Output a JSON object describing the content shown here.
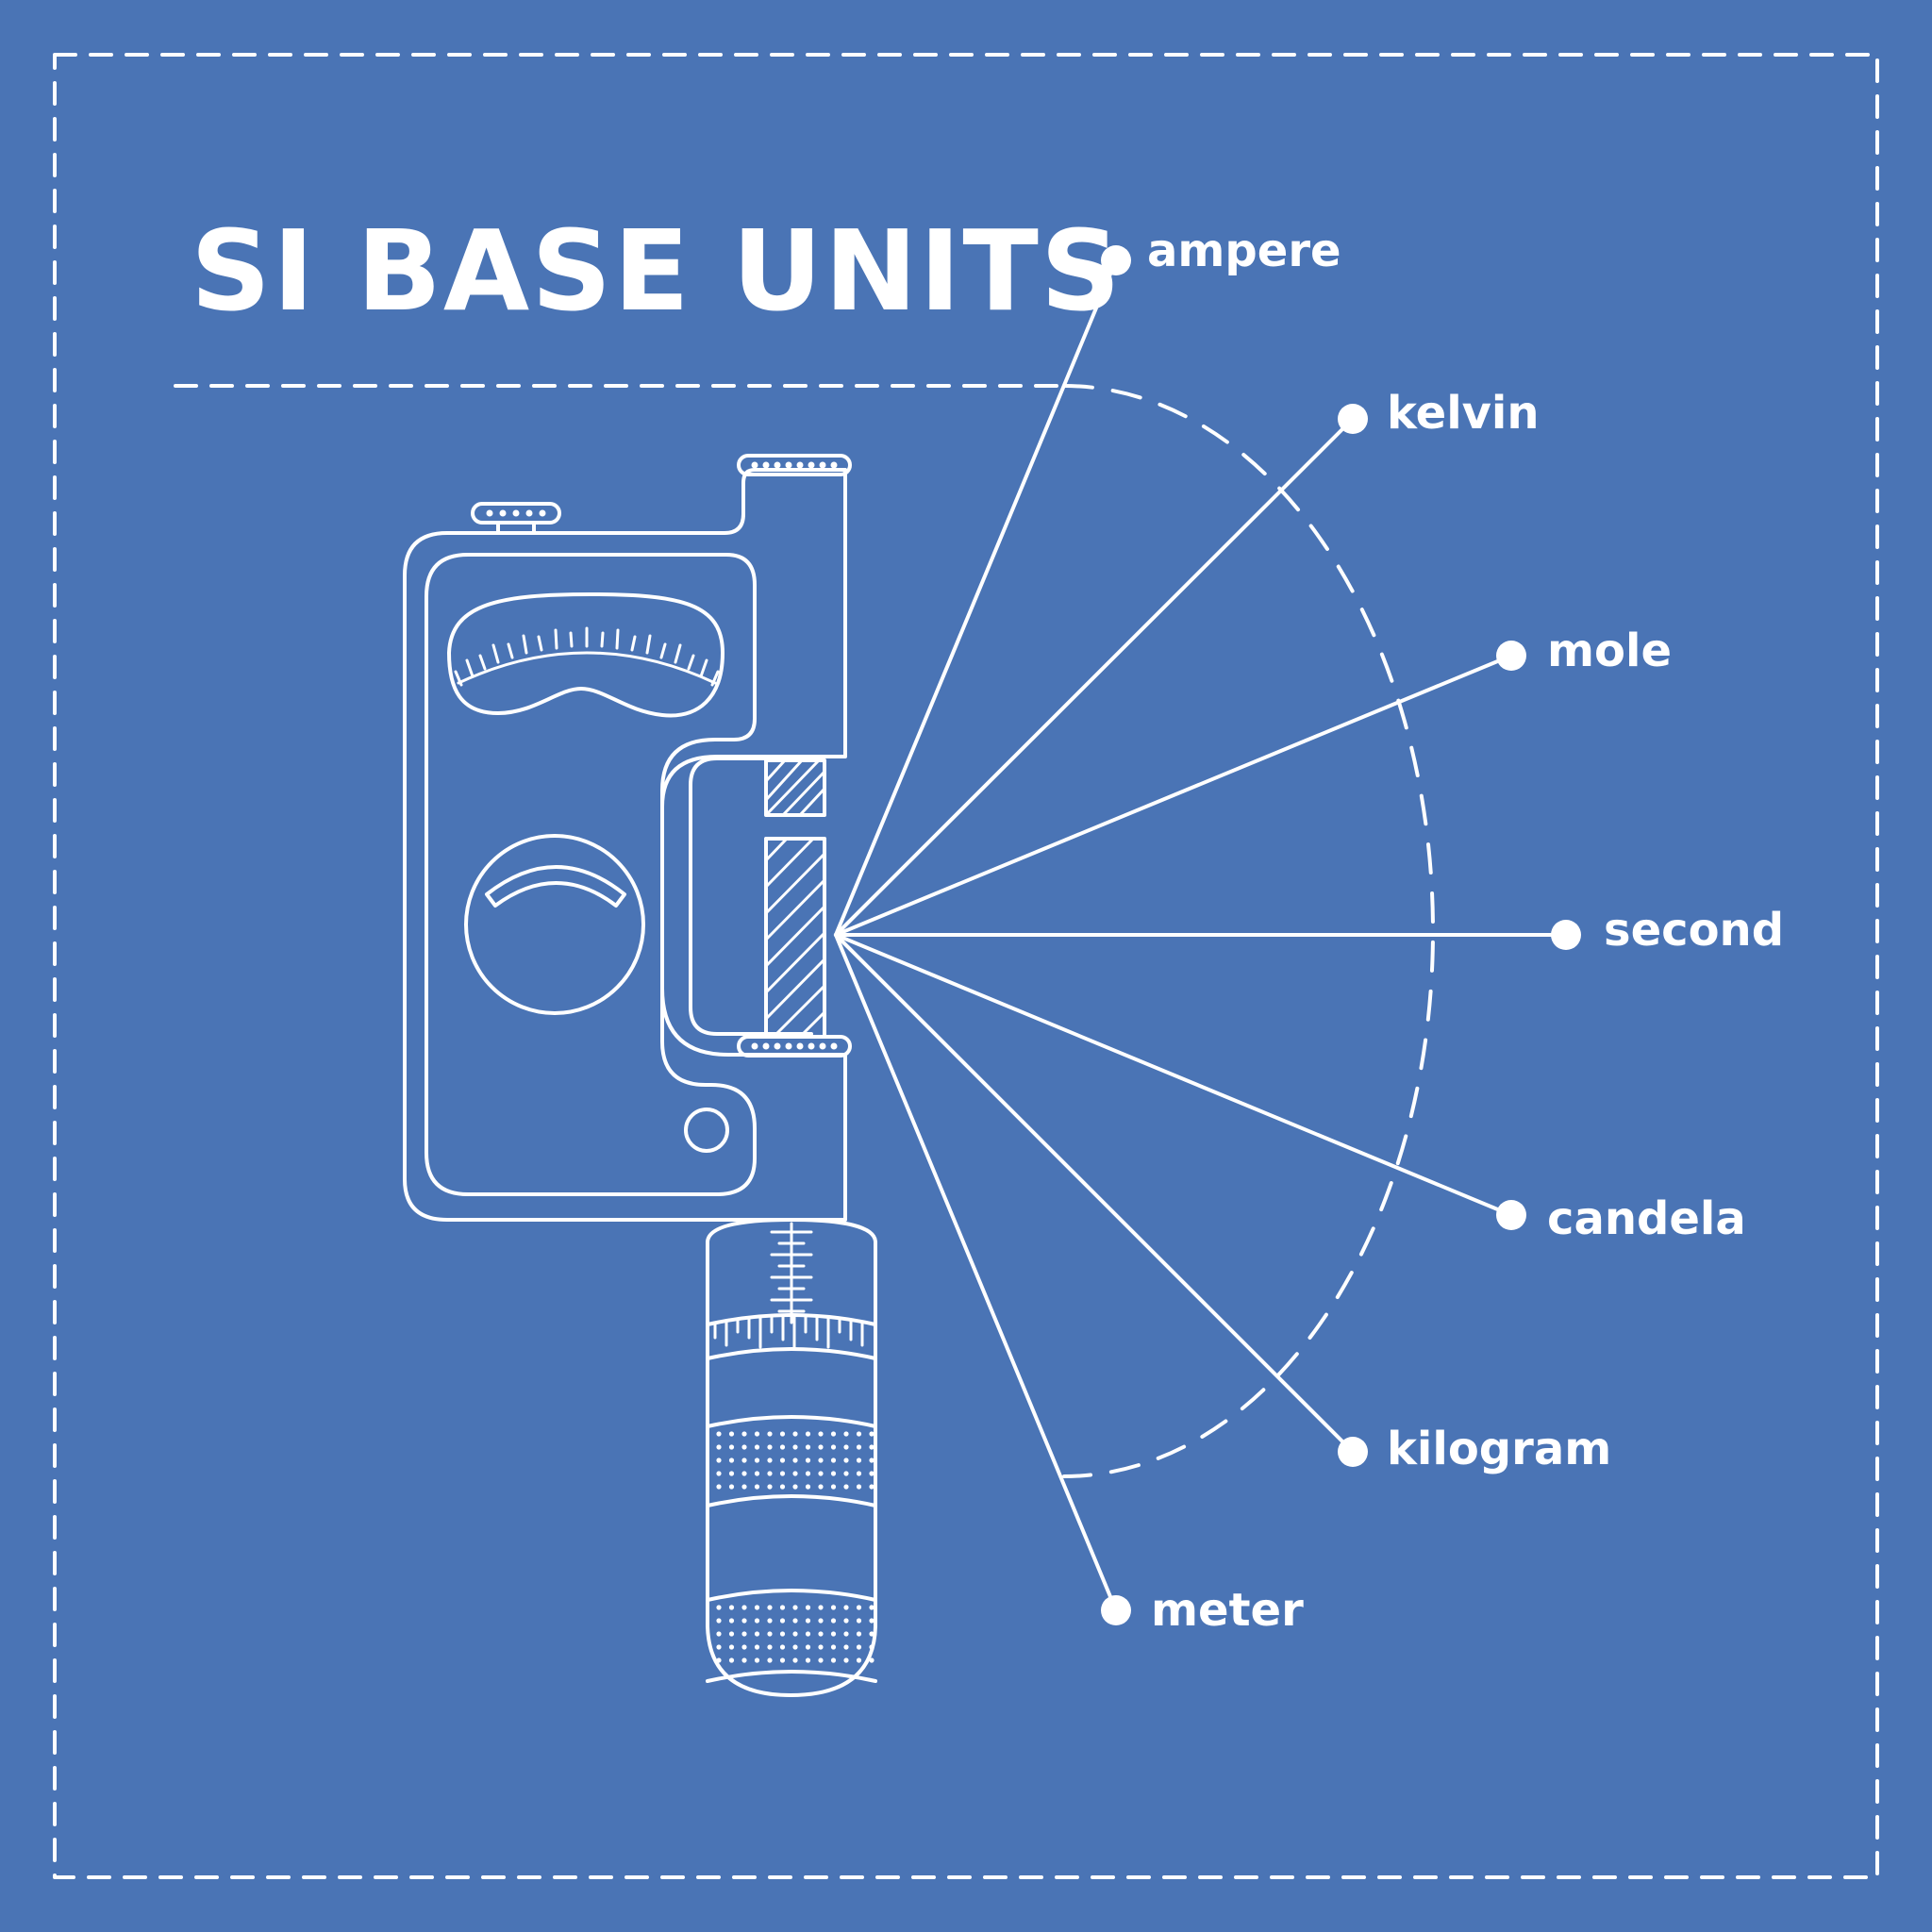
{
  "title": "SI BASE UNITS",
  "colors": {
    "background": "#4a74b5",
    "line": "#ffffff"
  },
  "illustration": "micrometer-instrument-icon",
  "units": [
    {
      "key": "ampere",
      "label": "ampere"
    },
    {
      "key": "kelvin",
      "label": "kelvin"
    },
    {
      "key": "mole",
      "label": "mole"
    },
    {
      "key": "second",
      "label": "second"
    },
    {
      "key": "candela",
      "label": "candela"
    },
    {
      "key": "kilogram",
      "label": "kilogram"
    },
    {
      "key": "meter",
      "label": "meter"
    }
  ]
}
